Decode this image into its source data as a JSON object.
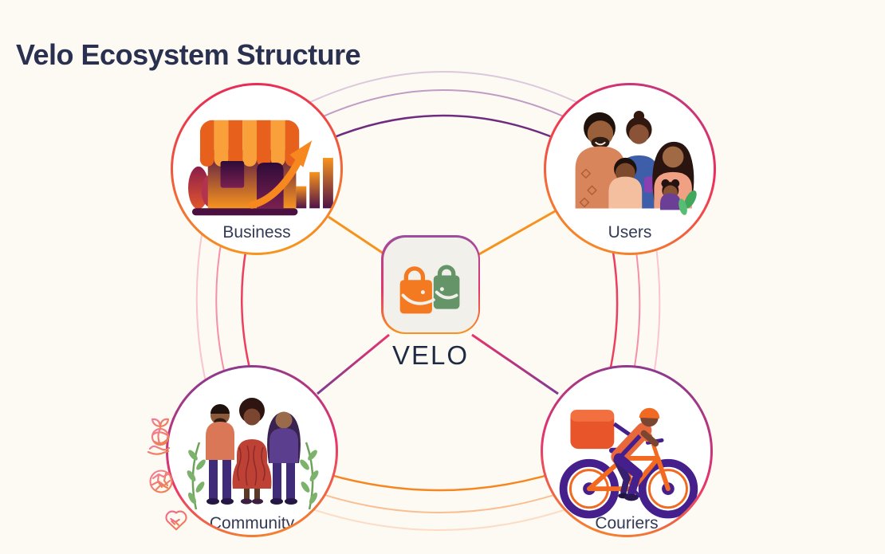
{
  "page": {
    "title": "Velo Ecosystem Structure",
    "background_color": "#FCFAF2",
    "title_color": "#2A3050"
  },
  "hub": {
    "label": "VELO",
    "icon": "velo-logo-shopping-bags-icon",
    "bag_orange": "#F47A21",
    "bag_green": "#649468",
    "card_fill": "#F2F0EA",
    "border_gradient": [
      "#9C4D9E",
      "#E8336E",
      "#F7941E"
    ]
  },
  "nodes": [
    {
      "id": "business",
      "label": "Business",
      "position": "top-left",
      "illustration": "storefront-with-growth-chart"
    },
    {
      "id": "users",
      "label": "Users",
      "position": "top-right",
      "illustration": "family-looking-at-phone"
    },
    {
      "id": "community",
      "label": "Community",
      "position": "bottom-left",
      "illustration": "three-people-with-leaves"
    },
    {
      "id": "couriers",
      "label": "Couriers",
      "position": "bottom-right",
      "illustration": "delivery-rider-on-bicycle"
    }
  ],
  "community_badges": [
    {
      "icon": "hand-globe-sprout-icon"
    },
    {
      "icon": "global-network-icon"
    },
    {
      "icon": "heart-handshake-icon"
    }
  ],
  "connections": {
    "spokes": [
      {
        "from": "velo",
        "to": "business",
        "color": "#F6921E"
      },
      {
        "from": "velo",
        "to": "users",
        "color": "#F6921E"
      },
      {
        "from": "velo",
        "to": "community",
        "color": "pink-to-purple-gradient"
      },
      {
        "from": "velo",
        "to": "couriers",
        "color": "pink-to-purple-gradient"
      }
    ],
    "rings": [
      {
        "between": [
          "business",
          "users"
        ],
        "style": "triple-arc",
        "colors": [
          "#6F2C7F",
          "#C09CC4",
          "#DCC8DE"
        ]
      },
      {
        "between": [
          "community",
          "couriers"
        ],
        "style": "triple-arc",
        "colors": [
          "#F6861F",
          "#F9BE92",
          "#FCDCC5"
        ]
      },
      {
        "between": [
          "business",
          "community"
        ],
        "style": "triple-arc",
        "colors": [
          "#EE3E5F",
          "#F590A7",
          "#FAC4D0"
        ]
      },
      {
        "between": [
          "users",
          "couriers"
        ],
        "style": "triple-arc",
        "colors": [
          "#EE3E5F",
          "#F590A7",
          "#FAC4D0"
        ]
      }
    ]
  }
}
